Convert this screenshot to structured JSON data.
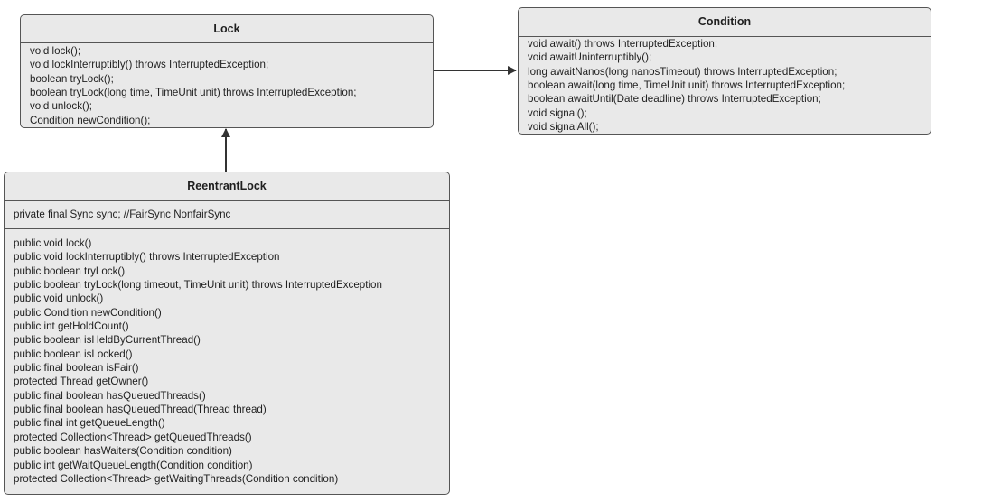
{
  "colors": {
    "box_fill": "#e9e9e9",
    "box_border": "#555555",
    "connector": "#333333"
  },
  "lock": {
    "title": "Lock",
    "methods": [
      "void lock();",
      "void lockInterruptibly() throws InterruptedException;",
      "boolean tryLock();",
      "boolean tryLock(long time, TimeUnit unit) throws InterruptedException;",
      "void unlock();",
      "Condition newCondition();"
    ]
  },
  "condition": {
    "title": "Condition",
    "methods": [
      "void await() throws InterruptedException;",
      "void awaitUninterruptibly();",
      "long awaitNanos(long nanosTimeout) throws InterruptedException;",
      "boolean await(long time, TimeUnit unit) throws InterruptedException;",
      "boolean awaitUntil(Date deadline) throws InterruptedException;",
      "void signal();",
      "void signalAll();"
    ]
  },
  "reentrant_lock": {
    "title": "ReentrantLock",
    "fields": [
      "private final Sync sync; //FairSync NonfairSync"
    ],
    "methods": [
      "public void lock()",
      "public void lockInterruptibly() throws InterruptedException",
      "public boolean tryLock()",
      "public boolean tryLock(long timeout, TimeUnit unit) throws InterruptedException",
      "public void unlock()",
      "public Condition newCondition()",
      "public int getHoldCount()",
      "public boolean isHeldByCurrentThread()",
      "public boolean isLocked()",
      "public final boolean isFair()",
      "protected Thread getOwner()",
      "public final boolean hasQueuedThreads()",
      "public final boolean hasQueuedThread(Thread thread)",
      "public final int getQueueLength()",
      "protected Collection<Thread> getQueuedThreads()",
      "public boolean hasWaiters(Condition condition)",
      "public int getWaitQueueLength(Condition condition)",
      "protected Collection<Thread> getWaitingThreads(Condition condition)"
    ]
  }
}
